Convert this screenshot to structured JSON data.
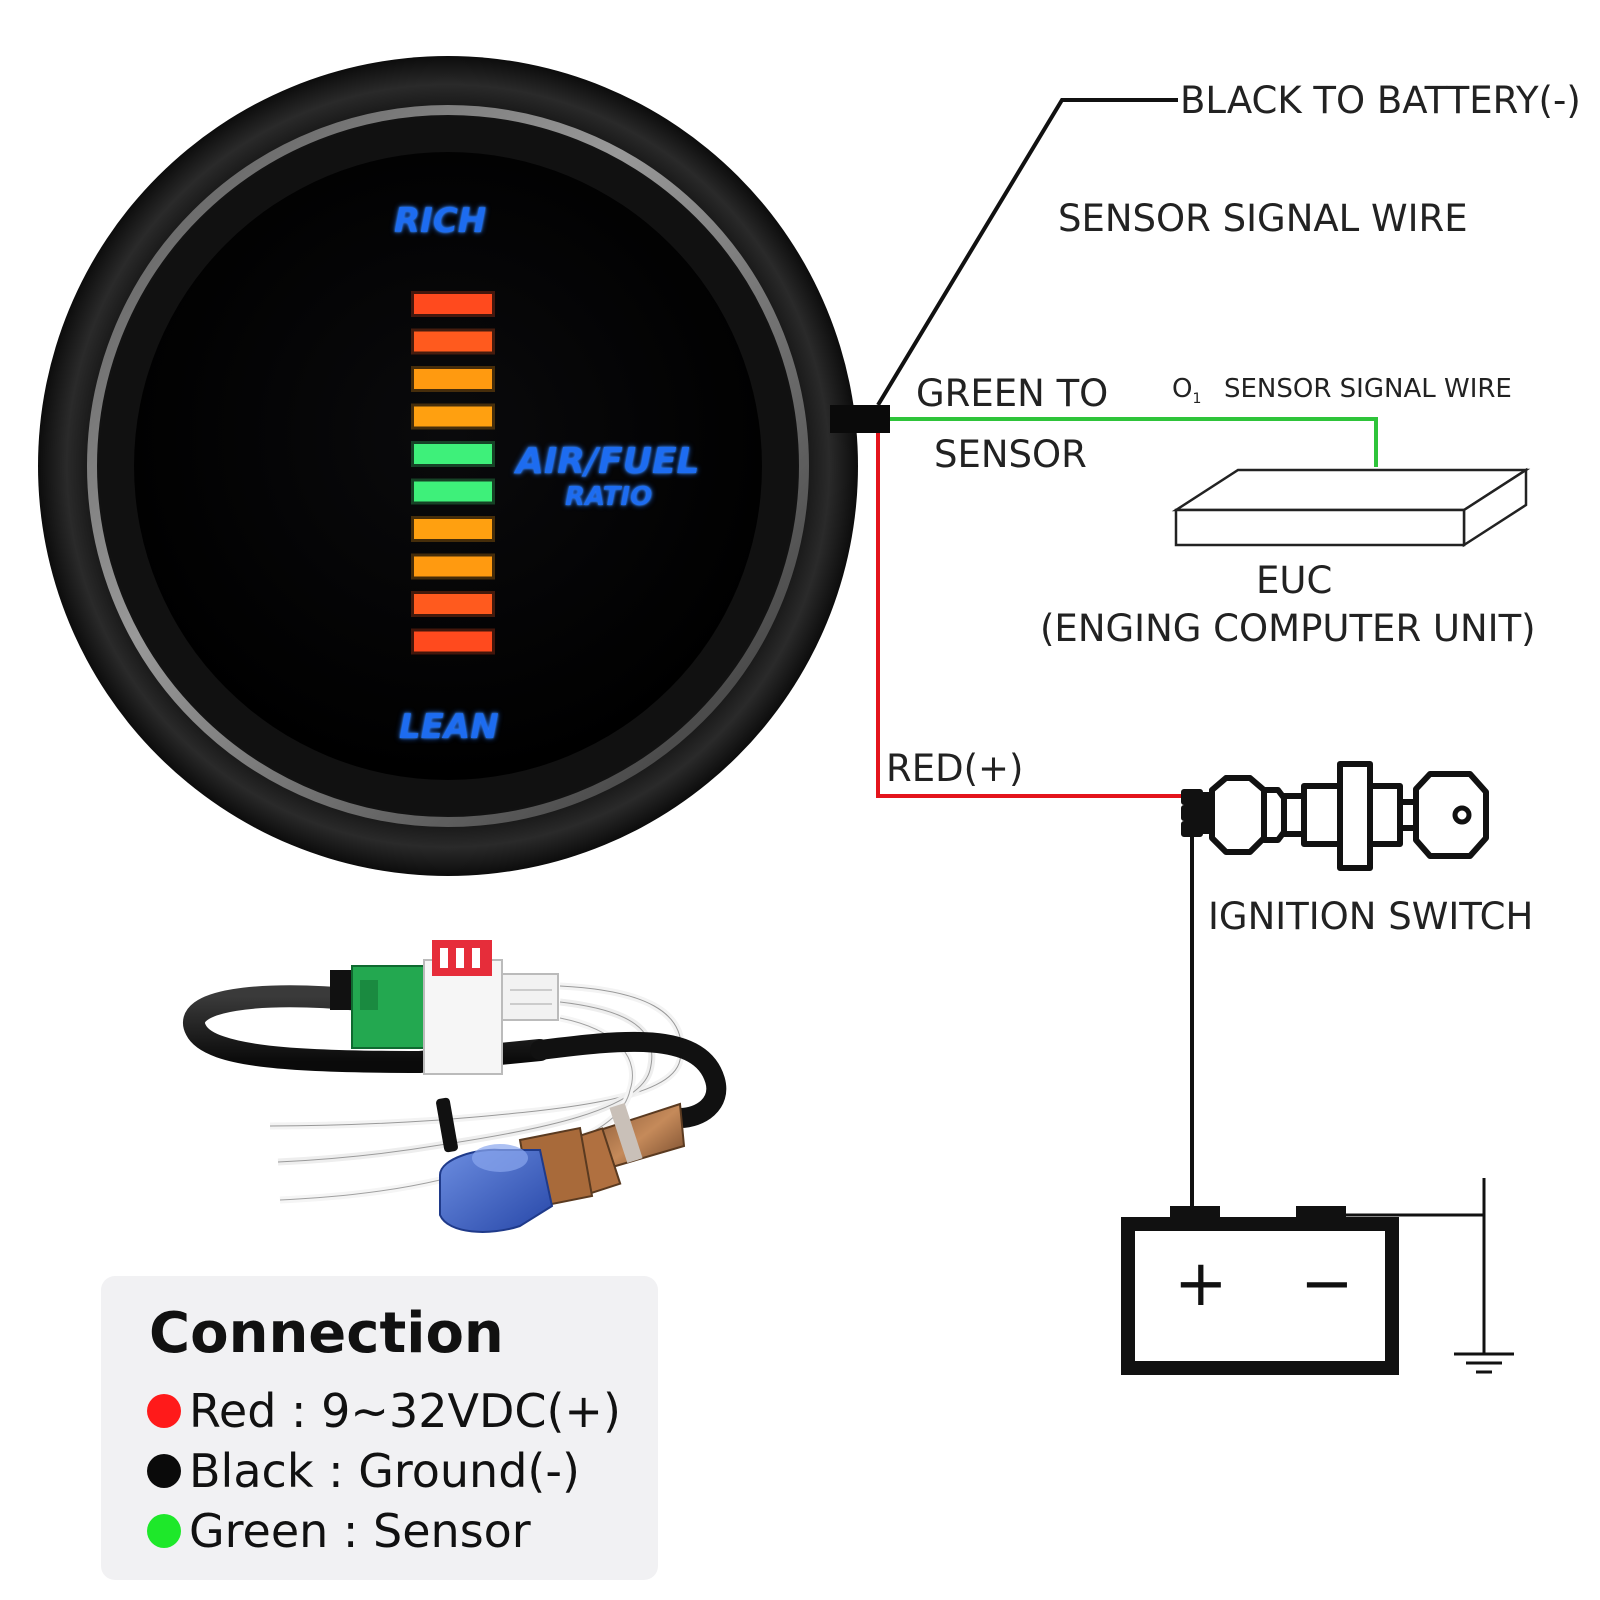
{
  "gauge": {
    "rich_label": "RICH",
    "lean_label": "LEAN",
    "title_line1": "AIR/FUEL",
    "title_line2": "RATIO",
    "bar_colors": [
      "#ff4a1e",
      "#ff5a1e",
      "#ff9a10",
      "#ffa010",
      "#3ef07a",
      "#3ef07a",
      "#ffa010",
      "#ff9a10",
      "#ff5a1e",
      "#ff4a1e"
    ]
  },
  "wiring": {
    "black_label": "BLACK TO BATTERY(-)",
    "signal_label": "SENSOR SIGNAL WIRE",
    "green_label_line1": "GREEN TO",
    "green_label_line2": "SENSOR",
    "o1_label": "O",
    "o1_sub": "1",
    "o1_signal_label": "SENSOR SIGNAL WIRE",
    "ecu_label": "EUC",
    "ecu_full": "(ENGING COMPUTER UNIT)",
    "red_label": "RED(+)",
    "ignition_label": "IGNITION SWITCH",
    "battery_plus": "+",
    "battery_minus": "−",
    "colors": {
      "black": "#111111",
      "green": "#2ec43a",
      "red": "#e4141c"
    }
  },
  "legend": {
    "title": "Connection",
    "items": [
      {
        "color": "#ff1a1a",
        "text": "Red : 9~32VDC(+)"
      },
      {
        "color": "#0a0a0a",
        "text": "Black : Ground(-)"
      },
      {
        "color": "#1ee82a",
        "text": "Green : Sensor"
      }
    ]
  }
}
